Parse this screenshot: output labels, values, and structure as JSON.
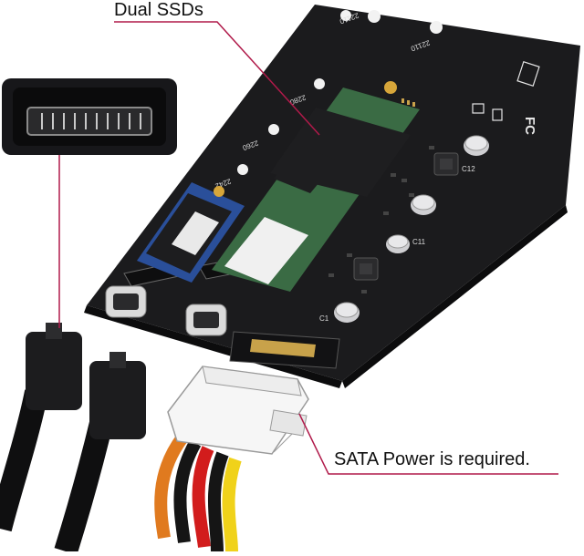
{
  "image": {
    "subject": "m2-to-sata-dual-ssd-adapter-board",
    "palette": {
      "background": "#ffffff",
      "pcb": "#1b1b1d",
      "silkscreen": "#e6e6e6",
      "ssd_blue": "#2a4f9a",
      "ssd_green": "#3a6b44",
      "chip": "#1d1d1f",
      "connector_shell": "#c8c8c8",
      "callout_line": "#b01a4a",
      "wire_orange": "#e07a1f",
      "wire_black": "#151515",
      "wire_red": "#d21c1c",
      "wire_yellow": "#f0d21a"
    }
  },
  "callouts": {
    "ssd": "Dual SSDs",
    "power": "SATA Power is required."
  },
  "board_markings": {
    "sizes": [
      "22110",
      "22110",
      "2280",
      "2260",
      "2242"
    ],
    "caps": [
      "C1",
      "C11",
      "C12"
    ]
  }
}
